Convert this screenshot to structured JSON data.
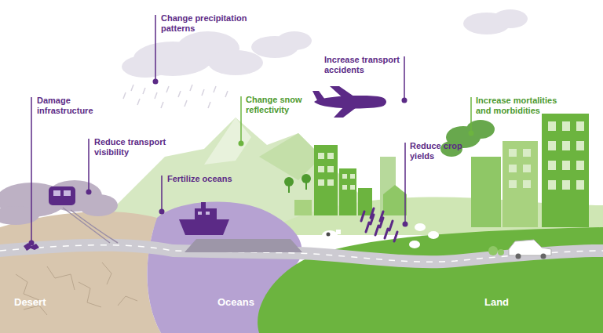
{
  "diagram": {
    "labels": [
      "Change precipitation patterns",
      "Increase transport accidents",
      "Damage infrastructure",
      "Change snow reflectivity",
      "Increase mortalities and morbidities",
      "Reduce transport visibility",
      "Reduce crop yields",
      "Fertilize oceans",
      "Desert",
      "Oceans",
      "Land"
    ]
  }
}
